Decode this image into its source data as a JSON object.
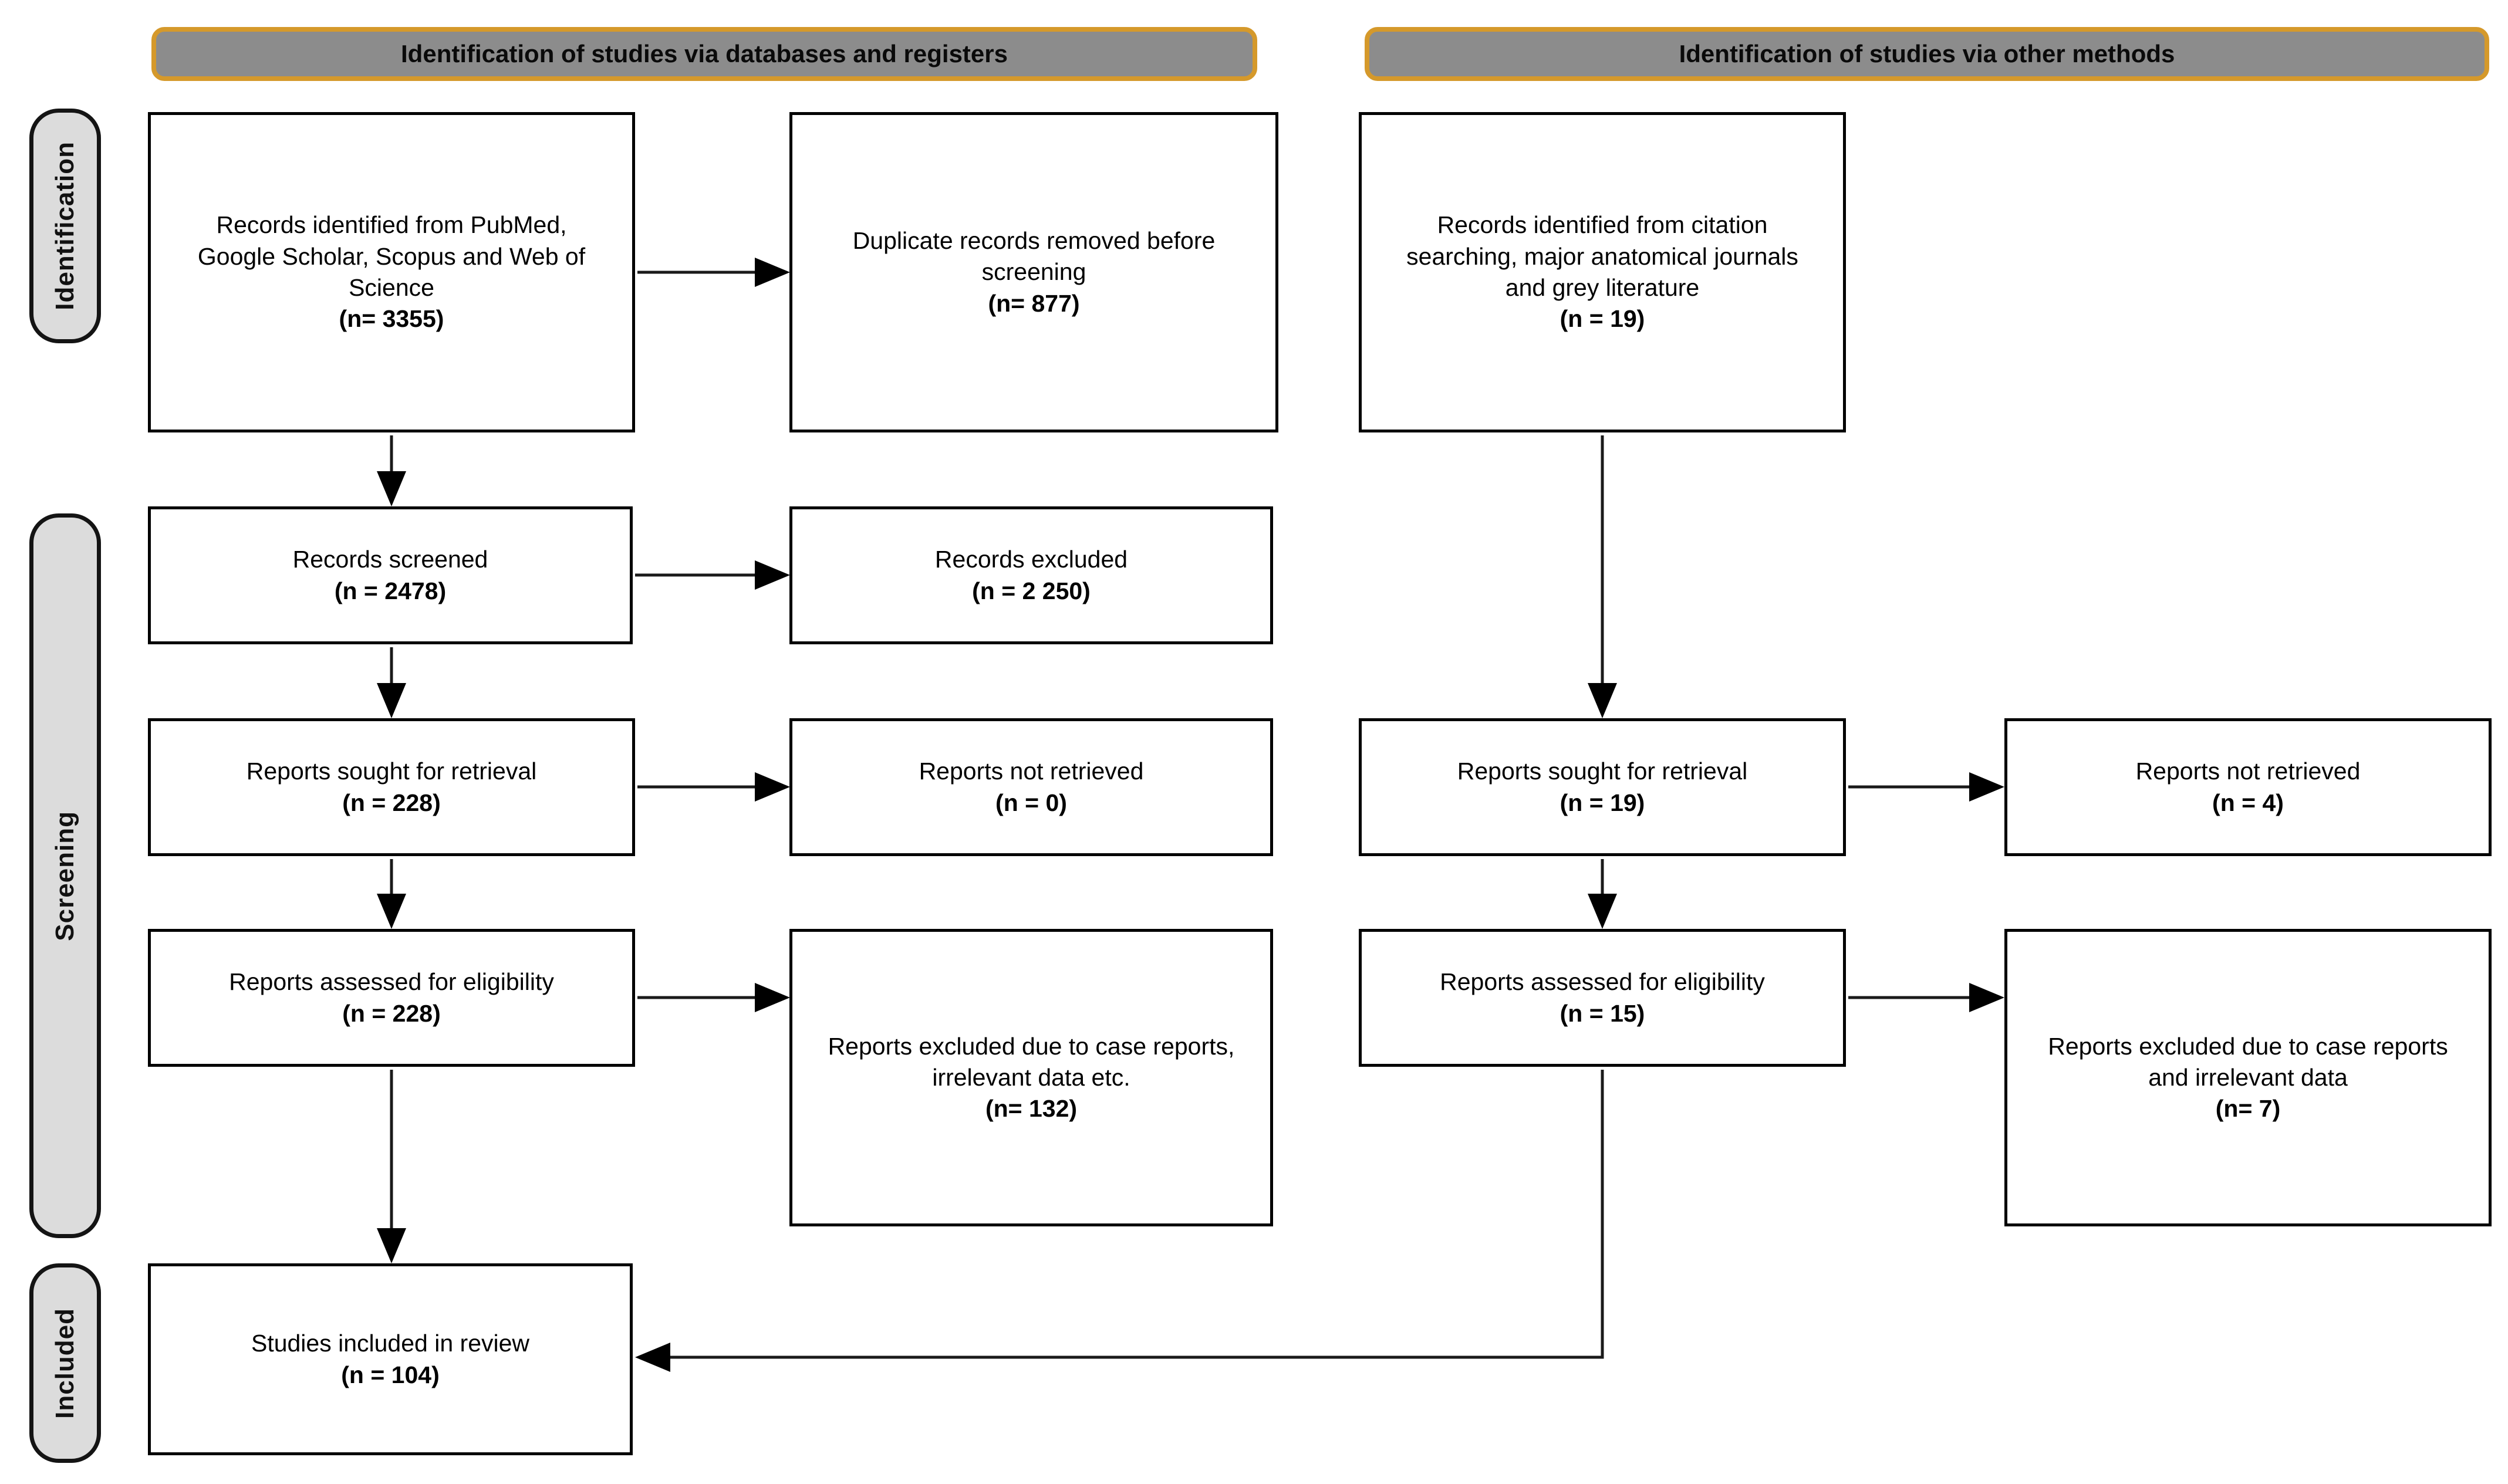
{
  "diagram": {
    "kind": "PRISMA flow diagram",
    "column_headers": [
      {
        "id": "databases",
        "label": "Identification of studies via databases and registers"
      },
      {
        "id": "other-methods",
        "label": "Identification of studies via other methods"
      }
    ],
    "stage_labels": [
      {
        "id": "identification",
        "label": "Identification"
      },
      {
        "id": "screening",
        "label": "Screening"
      },
      {
        "id": "included",
        "label": "Included"
      }
    ],
    "boxes": [
      {
        "id": "records-identified-databases",
        "text": "Records identified from PubMed, Google Scholar, Scopus and Web of Science",
        "count": "(n= 3355)"
      },
      {
        "id": "duplicates-removed",
        "text": "Duplicate records removed before screening",
        "count": "(n= 877)"
      },
      {
        "id": "records-identified-other",
        "text": "Records identified from citation searching, major anatomical journals and grey literature",
        "count": "(n = 19)"
      },
      {
        "id": "records-screened",
        "text": "Records screened",
        "count": "(n = 2478)"
      },
      {
        "id": "records-excluded",
        "text": "Records excluded",
        "count": "(n = 2 250)"
      },
      {
        "id": "reports-sought-databases",
        "text": "Reports sought for retrieval",
        "count": "(n = 228)"
      },
      {
        "id": "reports-not-retrieved-databases",
        "text": "Reports not retrieved",
        "count": "(n = 0)"
      },
      {
        "id": "reports-sought-other",
        "text": "Reports sought for retrieval",
        "count": "(n = 19)"
      },
      {
        "id": "reports-not-retrieved-other",
        "text": "Reports not retrieved",
        "count": "(n = 4)"
      },
      {
        "id": "reports-assessed-databases",
        "text": "Reports assessed for eligibility",
        "count": "(n = 228)"
      },
      {
        "id": "reports-excluded-databases",
        "text": "Reports excluded due to case reports, irrelevant data etc.",
        "count": "(n= 132)"
      },
      {
        "id": "reports-assessed-other",
        "text": "Reports assessed for eligibility",
        "count": "(n = 15)"
      },
      {
        "id": "reports-excluded-other",
        "text": "Reports excluded due to case reports and irrelevant data",
        "count": "(n= 7)"
      },
      {
        "id": "studies-included",
        "text": "Studies included in review",
        "count": "(n = 104)"
      }
    ],
    "colors": {
      "header_fill": "#8c8c8c",
      "header_border": "#d5992b",
      "stage_fill": "#dcdcdc",
      "stage_border": "#141414",
      "box_fill": "#ffffff",
      "box_border": "#000000",
      "arrow": "#1a1a1a",
      "background": "#ffffff"
    }
  }
}
